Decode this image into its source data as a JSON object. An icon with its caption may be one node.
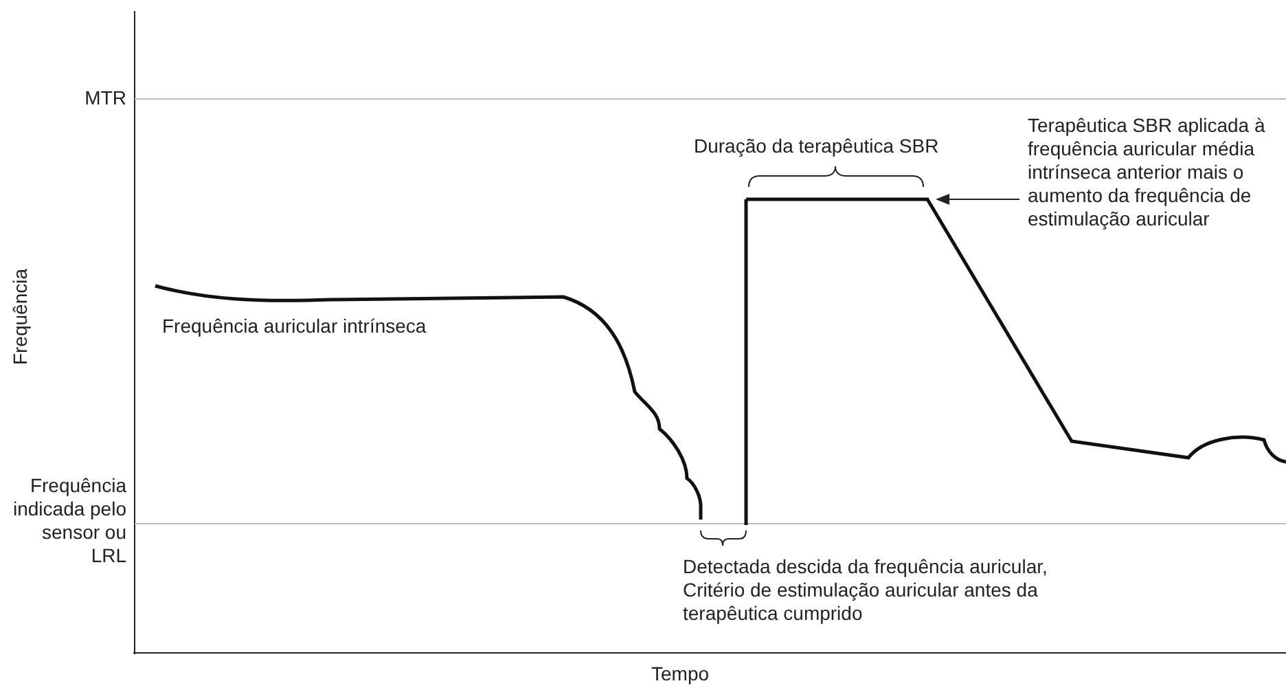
{
  "diagram": {
    "nodes": [
      {
        "text": [
          "Terapêutica SBR aplicada à frequência auricular média intrínseca anterior mais o aumento da frequência de estimulação auricular"
        ]
      },
      {
        "text": [],
        "shape": "line"
      }
    ],
    "edges": [
      {
        "from": 0,
        "to": 1,
        "arrow": "to"
      }
    ],
    "labels": [
      "MTR",
      "Duração da terapêutica SBR",
      "Frequência",
      "Frequência auricular intrínseca",
      "Frequência indicada pelo sensor ou LRL",
      "Detectada descida da frequência auricular, Critério de estimulação auricular antes da terapêutica cumprido",
      "Tempo"
    ]
  }
}
